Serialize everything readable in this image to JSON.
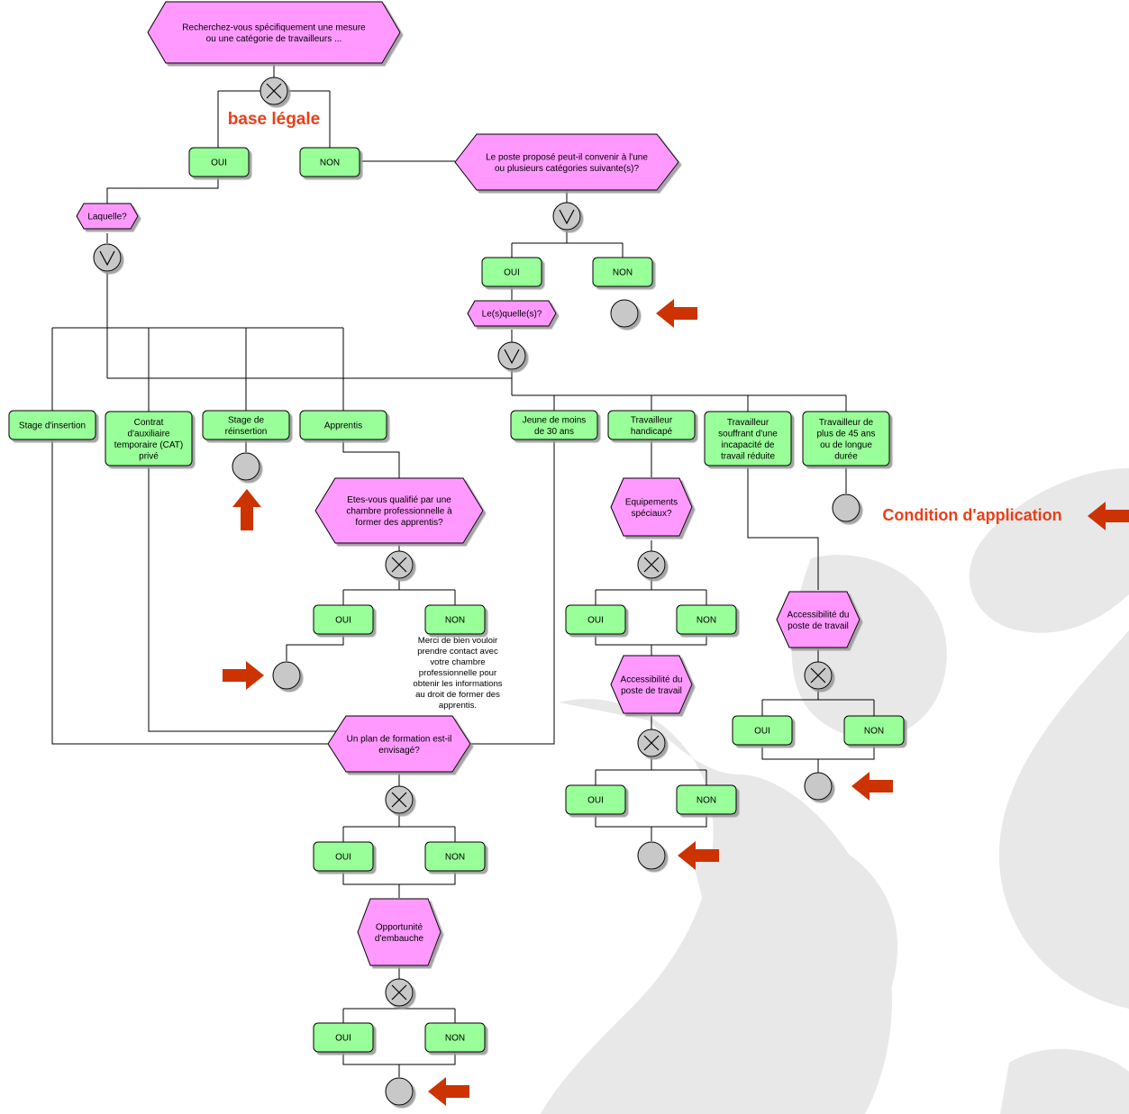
{
  "colors": {
    "event": "#ff99ff",
    "function": "#99ff99",
    "connector": "#c8c8c8",
    "arrow": "#cc3300",
    "annotation": "#e8401a"
  },
  "annotations": {
    "base_legale": "base légale",
    "condition": "Condition d'application"
  },
  "events": {
    "q1": [
      "Recherchez-vous spécifiquement une mesure",
      "ou une catégorie de travailleurs ..."
    ],
    "q_poste": [
      "Le poste proposé peut-il convenir à l'une",
      "ou plusieurs catégories suivante(s)?"
    ],
    "laquelle": [
      "Laquelle?"
    ],
    "lesquelles": [
      "Le(s)quelle(s)?"
    ],
    "qualifie": [
      "Etes-vous qualifié par une",
      "chambre professionnelle à",
      "former des apprentis?"
    ],
    "equipements": [
      "Equipements",
      "spéciaux?"
    ],
    "access1": [
      "Accessibilité du",
      "poste de travail"
    ],
    "access2": [
      "Accessibilité du",
      "poste de travail"
    ],
    "plan": [
      "Un plan de formation est-il",
      "envisagé?"
    ],
    "opportunite": [
      "Opportunité",
      "d'embauche"
    ]
  },
  "functions": {
    "oui1": [
      "OUI"
    ],
    "non1": [
      "NON"
    ],
    "oui2": [
      "OUI"
    ],
    "non2": [
      "NON"
    ],
    "stage_insertion": [
      "Stage d'insertion"
    ],
    "cat": [
      "Contrat",
      "d'auxiliaire",
      "temporaire (CAT)",
      "privé"
    ],
    "stage_reinsertion": [
      "Stage de",
      "réinsertion"
    ],
    "apprentis": [
      "Apprentis"
    ],
    "jeune": [
      "Jeune de moins",
      "de 30 ans"
    ],
    "handicape": [
      "Travailleur",
      "handicapé"
    ],
    "incapacite": [
      "Travailleur",
      "souffrant d'une",
      "incapacité de",
      "travail réduite"
    ],
    "plus45": [
      "Travailleur de",
      "plus de 45 ans",
      "ou de longue",
      "durée"
    ],
    "oui_q": [
      "OUI"
    ],
    "non_q": [
      "NON"
    ],
    "oui_eq": [
      "OUI"
    ],
    "non_eq": [
      "NON"
    ],
    "oui_ac1": [
      "OUI"
    ],
    "non_ac1": [
      "NON"
    ],
    "oui_ac2": [
      "OUI"
    ],
    "non_ac2": [
      "NON"
    ],
    "oui_plan": [
      "OUI"
    ],
    "non_plan": [
      "NON"
    ],
    "oui_opp": [
      "OUI"
    ],
    "non_opp": [
      "NON"
    ]
  },
  "note": [
    "Merci de bien vouloir",
    "prendre contact avec",
    "votre chambre",
    "professionnelle pour",
    "obtenir les informations",
    "au droit de former des",
    "apprentis."
  ],
  "connectors": {
    "xor": "xor-connector",
    "or": "or-connector",
    "end": "end-connector"
  }
}
